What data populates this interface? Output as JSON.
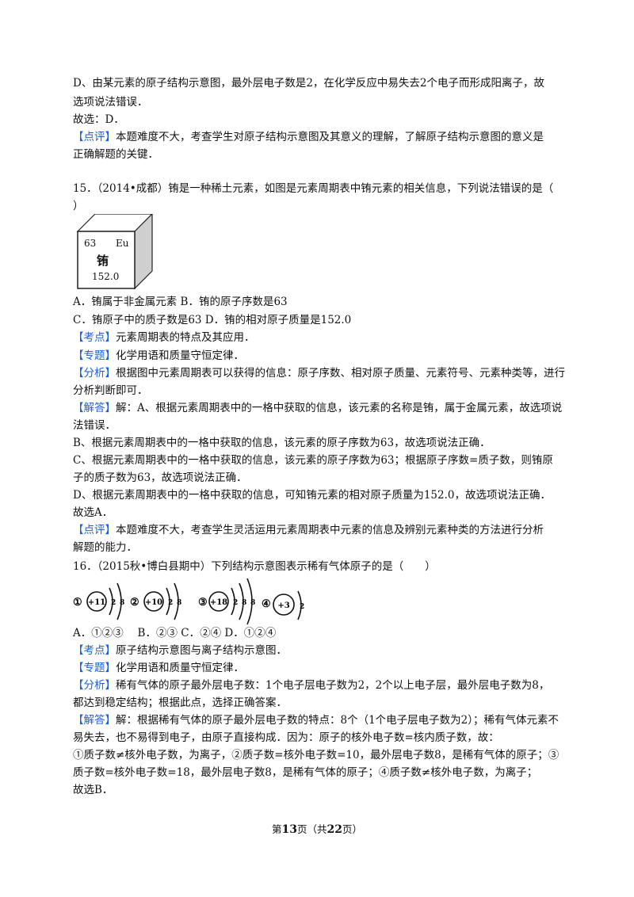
{
  "prev_question_tail": {
    "line1": "D、由某元素的原子结构示意图，最外层电子数是2，在化学反应中易失去2个电子而形成阳离子，故",
    "line2": "选项说法错误．",
    "answer": "故选：D．",
    "comment_tag": "【点评】",
    "comment_line1": "本题难度不大，考查学生对原子结构示意图及其意义的理解，了解原子结构示意图的意义是",
    "comment_line2": "正确解题的关键．"
  },
  "q15": {
    "stem_line1": "15．（2014•成都）铕是一种稀土元素，如图是元素周期表中铕元素的相关信息，下列说法错误的是（",
    "stem_line2": "）",
    "element_card": {
      "number": "63",
      "symbol": "Eu",
      "name": "铕",
      "mass": "152.0"
    },
    "options_line1": "A．铕属于非金属元素 B．铕的原子序数是63",
    "options_line2": "C．铕原子中的质子数是63 D．铕的相对原子质量是152.0",
    "kaodian_tag": "【考点】",
    "kaodian": "元素周期表的特点及其应用．",
    "zhuanti_tag": "【专题】",
    "zhuanti": "化学用语和质量守恒定律．",
    "fenxi_tag": "【分析】",
    "fenxi_line1": "根据图中元素周期表可以获得的信息：原子序数、相对原子质量、元素符号、元素种类等，进行",
    "fenxi_line2": "分析判断即可．",
    "jieda_tag": "【解答】",
    "jieda_line1": "解：A、根据元素周期表中的一格中获取的信息，该元素的名称是铕，属于金属元素，故选项说",
    "jieda_line2": "法错误．",
    "jieda_line3": "B、根据元素周期表中的一格中获取的信息，该元素的原子序数为63，故选项说法正确．",
    "jieda_line4": "C、根据元素周期表中的一格中获取的信息，该元素的原子序数为63；根据原子序数=质子数，则铕原",
    "jieda_line5": "子的质子数为63，故选项说法正确．",
    "jieda_line6": "D、根据元素周期表中的一格中获取的信息，可知铕元素的相对原子质量为152.0，故选项说法正确．",
    "answer": "故选A．",
    "dianping_tag": "【点评】",
    "dianping_line1": "本题难度不大，考查学生灵活运用元素周期表中元素的信息及辨别元素种类的方法进行分析",
    "dianping_line2": "解题的能力．"
  },
  "q16": {
    "stem": "16．（2015秋•博白县期中）下列结构示意图表示稀有气体原子的是（　　）",
    "atoms": [
      {
        "label": "①",
        "nucleus": "+11",
        "shells": [
          "2",
          "8"
        ]
      },
      {
        "label": "②",
        "nucleus": "+10",
        "shells": [
          "2",
          "8"
        ]
      },
      {
        "label": "③",
        "nucleus": "+18",
        "shells": [
          "2",
          "8",
          "8"
        ]
      },
      {
        "label": "④",
        "nucleus": "+3",
        "shells": [
          "2"
        ]
      }
    ],
    "options": "A．①②③　 B．②③ C．②④ D．①②④",
    "kaodian_tag": "【考点】",
    "kaodian": "原子结构示意图与离子结构示意图．",
    "zhuanti_tag": "【专题】",
    "zhuanti": "化学用语和质量守恒定律．",
    "fenxi_tag": "【分析】",
    "fenxi_line1": "稀有气体的原子最外层电子数：1个电子层电子数为2，2个以上电子层，最外层电子数为8，",
    "fenxi_line2": "都达到稳定结构；根据此点，选择正确答案．",
    "jieda_tag": "【解答】",
    "jieda_line1": "解：根据稀有气体的原子最外层电子数的特点：8个（1个电子层电子数为2）；稀有气体元素不",
    "jieda_line2": "易失去，也不易得到电子，由原子直接构成．因为：原子的核外电子数=核内质子数，故：",
    "jieda_line3": "①质子数≠核外电子数，为离子，②质子数=核外电子数=10，最外层电子数8，是稀有气体的原子；③",
    "jieda_line4": "质子数=核外电子数=18，最外层电子数8，是稀有气体的原子；④质子数≠核外电子数，为离子；",
    "answer": "故选B．"
  },
  "footer": {
    "prefix": "第",
    "page": "13",
    "mid": "页（共",
    "total": "22",
    "suffix": "页）"
  },
  "colors": {
    "tag": "#1c5fd6",
    "text": "#111111"
  }
}
